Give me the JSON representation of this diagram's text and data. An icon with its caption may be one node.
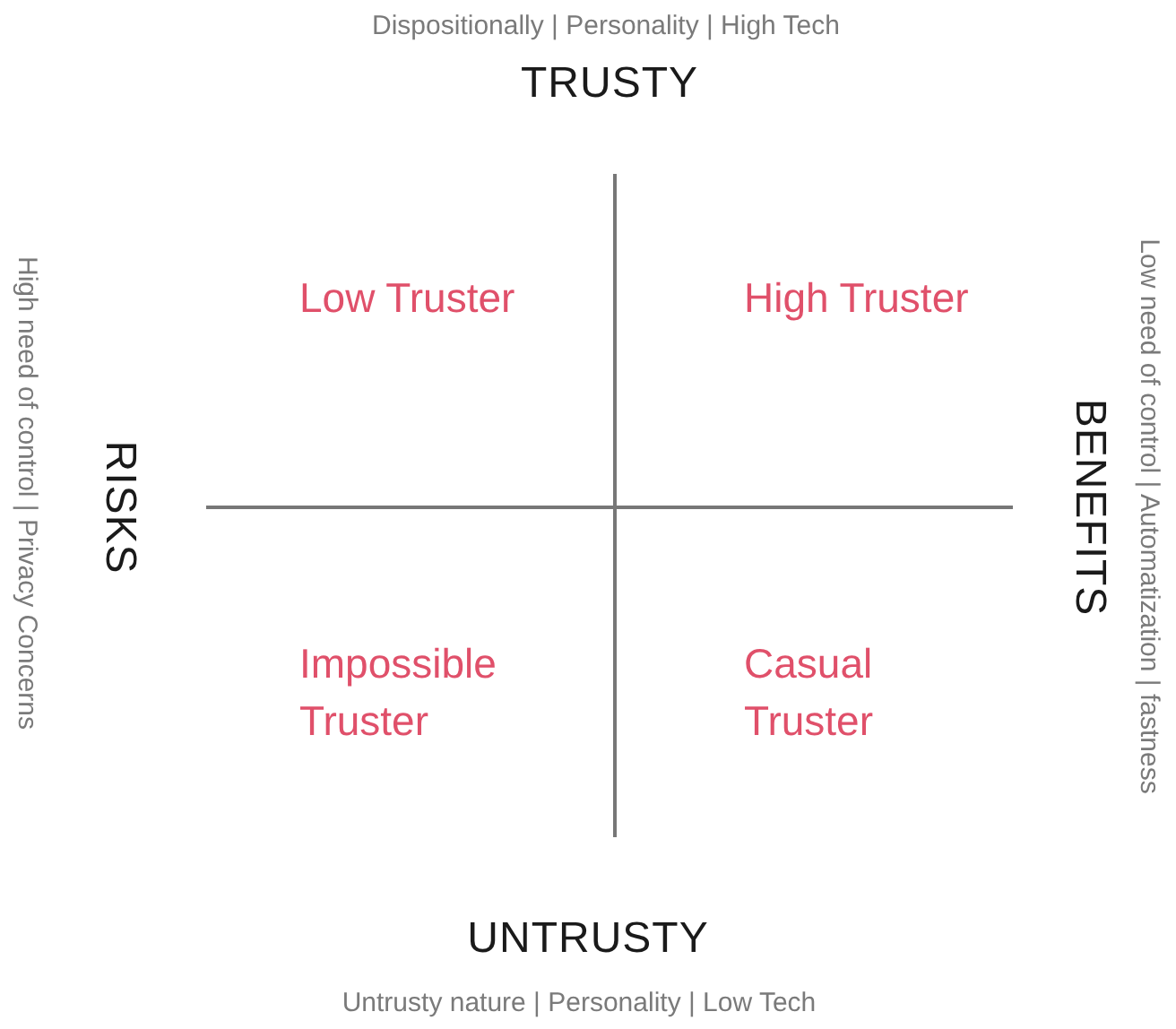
{
  "diagram": {
    "labels": [
      "Dispositionally | Personality | High Tech",
      "TRUSTY",
      "High need of control | Privacy Concerns",
      "RISKS",
      "Low Truster",
      "High Truster",
      "BENEFITS",
      "Low need of control | Automatization | fastness",
      "Impossible Truster",
      "Casual Truster",
      "UNTRUSTY",
      "Untrusty nature | Personality | Low Tech"
    ]
  }
}
